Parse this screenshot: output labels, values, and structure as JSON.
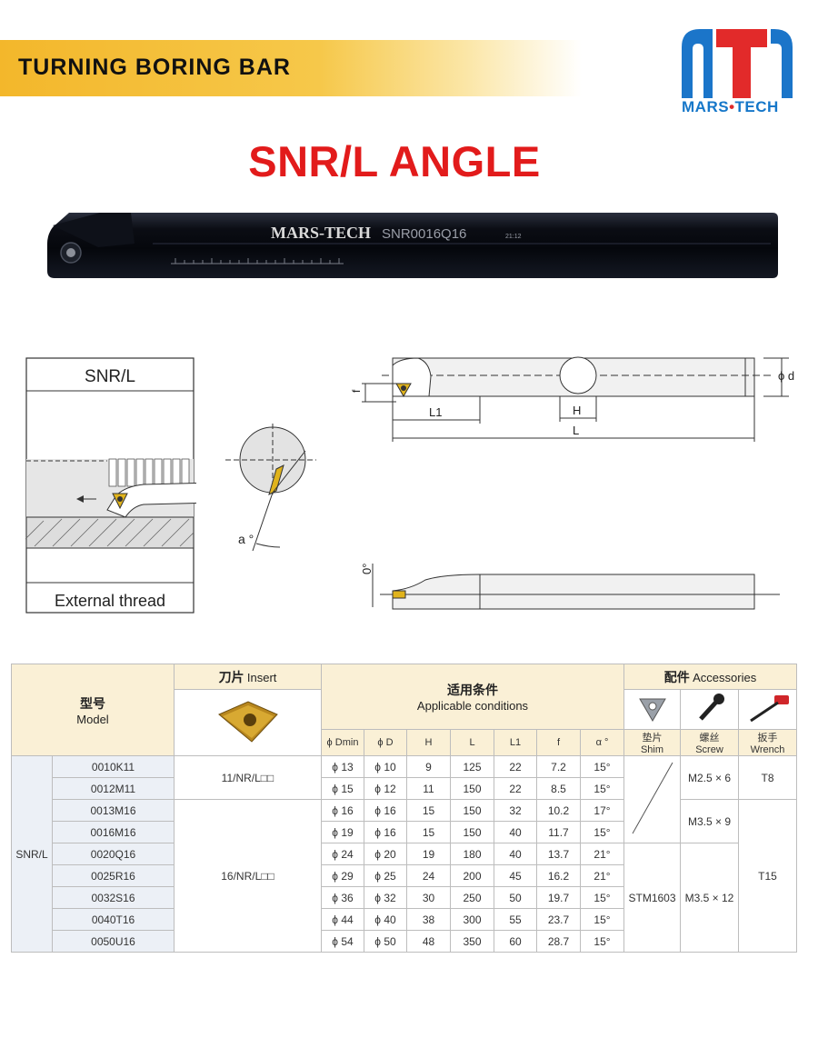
{
  "header": {
    "banner_title": "TURNING BORING BAR",
    "logo_text_a": "MARS",
    "logo_text_dot": "•",
    "logo_text_b": "TECH",
    "main_title": "SNR/L ANGLE"
  },
  "photo": {
    "engraving_brand": "MARS-TECH",
    "engraving_model": "SNR0016Q16",
    "engraving_small": "21:12"
  },
  "diagram_left": {
    "title": "SNR/L",
    "caption": "External thread",
    "angle_label": "a °"
  },
  "diagram_right": {
    "f": "f",
    "d": "ϕ d",
    "H": "H",
    "L1": "L1",
    "L": "L",
    "zero": "0°"
  },
  "table": {
    "model_cn": "型号",
    "model_en": "Model",
    "insert_cn": "刀片",
    "insert_en": "Insert",
    "cond_cn": "适用条件",
    "cond_en": "Applicable conditions",
    "acc_cn": "配件",
    "acc_en": "Accessories",
    "cols": [
      "ϕ Dmin",
      "ϕ D",
      "H",
      "L",
      "L1",
      "f",
      "α °"
    ],
    "shim_cn": "垫片",
    "shim_en": "Shim",
    "screw_cn": "螺丝",
    "screw_en": "Screw",
    "wrench_cn": "扳手",
    "wrench_en": "Wrench",
    "series": "SNR/L",
    "insert_a": "11/NR/L□□",
    "insert_b": "16/NR/L□□",
    "shim_val": "STM1603",
    "screw_a": "M2.5 × 6",
    "screw_b": "M3.5 × 9",
    "screw_c": "M3.5 × 12",
    "wrench_a": "T8",
    "wrench_b": "T15",
    "rows": [
      [
        "0010K11",
        "ϕ 13",
        "ϕ 10",
        "9",
        "125",
        "22",
        "7.2",
        "15°"
      ],
      [
        "0012M11",
        "ϕ 15",
        "ϕ 12",
        "11",
        "150",
        "22",
        "8.5",
        "15°"
      ],
      [
        "0013M16",
        "ϕ 16",
        "ϕ 16",
        "15",
        "150",
        "32",
        "10.2",
        "17°"
      ],
      [
        "0016M16",
        "ϕ 19",
        "ϕ 16",
        "15",
        "150",
        "40",
        "11.7",
        "15°"
      ],
      [
        "0020Q16",
        "ϕ 24",
        "ϕ 20",
        "19",
        "180",
        "40",
        "13.7",
        "21°"
      ],
      [
        "0025R16",
        "ϕ 29",
        "ϕ 25",
        "24",
        "200",
        "45",
        "16.2",
        "21°"
      ],
      [
        "0032S16",
        "ϕ 36",
        "ϕ 32",
        "30",
        "250",
        "50",
        "19.7",
        "15°"
      ],
      [
        "0040T16",
        "ϕ 44",
        "ϕ 40",
        "38",
        "300",
        "55",
        "23.7",
        "15°"
      ],
      [
        "0050U16",
        "ϕ 54",
        "ϕ 50",
        "48",
        "350",
        "60",
        "28.7",
        "15°"
      ]
    ]
  }
}
